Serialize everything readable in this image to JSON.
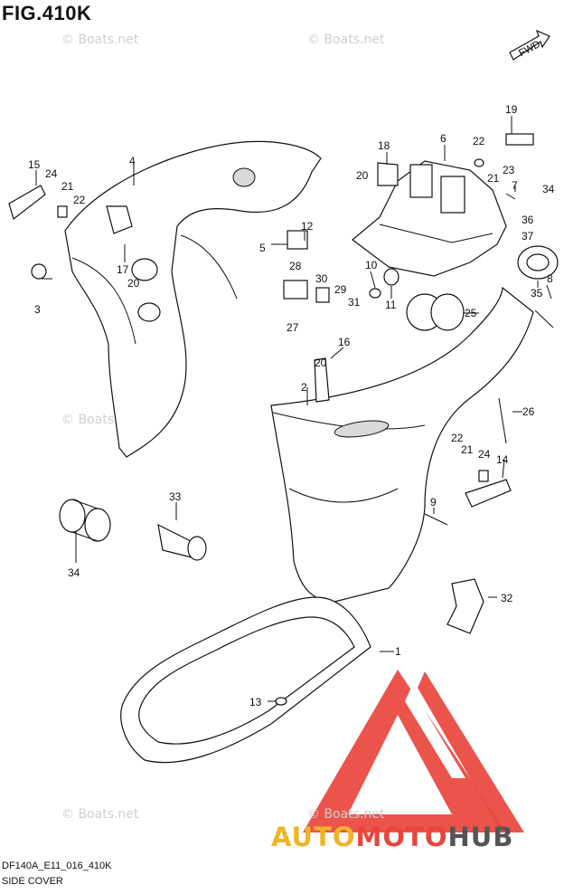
{
  "figure": {
    "title": "FIG.410K",
    "code": "DF140A_E11_016_410K",
    "name": "SIDE COVER",
    "fwd_label": "FWD"
  },
  "watermarks": {
    "site": "© Boats.net"
  },
  "brand": {
    "part1": "AUTO",
    "part2": "MOTO",
    "part3": "HUB",
    "colors": {
      "auto": "#f0b429",
      "moto": "#e8453c",
      "hub": "#555555",
      "logo": "#e8453c"
    }
  },
  "parts": [
    {
      "id": "p1",
      "label": "1"
    },
    {
      "id": "p2",
      "label": "2"
    },
    {
      "id": "p3",
      "label": "3"
    },
    {
      "id": "p4",
      "label": "4"
    },
    {
      "id": "p5",
      "label": "5"
    },
    {
      "id": "p6",
      "label": "6"
    },
    {
      "id": "p7",
      "label": "7"
    },
    {
      "id": "p8",
      "label": "8"
    },
    {
      "id": "p9",
      "label": "9"
    },
    {
      "id": "p10",
      "label": "10"
    },
    {
      "id": "p11",
      "label": "11"
    },
    {
      "id": "p12",
      "label": "12"
    },
    {
      "id": "p13",
      "label": "13"
    },
    {
      "id": "p14",
      "label": "14"
    },
    {
      "id": "p15",
      "label": "15"
    },
    {
      "id": "p16",
      "label": "16"
    },
    {
      "id": "p17",
      "label": "17"
    },
    {
      "id": "p18",
      "label": "18"
    },
    {
      "id": "p19",
      "label": "19"
    },
    {
      "id": "p20a",
      "label": "20"
    },
    {
      "id": "p20b",
      "label": "20"
    },
    {
      "id": "p20c",
      "label": "20"
    },
    {
      "id": "p21a",
      "label": "21"
    },
    {
      "id": "p21b",
      "label": "21"
    },
    {
      "id": "p21c",
      "label": "21"
    },
    {
      "id": "p22a",
      "label": "22"
    },
    {
      "id": "p22b",
      "label": "22"
    },
    {
      "id": "p22c",
      "label": "22"
    },
    {
      "id": "p23",
      "label": "23"
    },
    {
      "id": "p24a",
      "label": "24"
    },
    {
      "id": "p24b",
      "label": "24"
    },
    {
      "id": "p25",
      "label": "25"
    },
    {
      "id": "p26",
      "label": "26"
    },
    {
      "id": "p27",
      "label": "27"
    },
    {
      "id": "p28",
      "label": "28"
    },
    {
      "id": "p29",
      "label": "29"
    },
    {
      "id": "p30",
      "label": "30"
    },
    {
      "id": "p31",
      "label": "31"
    },
    {
      "id": "p32",
      "label": "32"
    },
    {
      "id": "p33",
      "label": "33"
    },
    {
      "id": "p34a",
      "label": "34"
    },
    {
      "id": "p34b",
      "label": "34"
    },
    {
      "id": "p35",
      "label": "35"
    },
    {
      "id": "p36",
      "label": "36"
    },
    {
      "id": "p37",
      "label": "37"
    }
  ]
}
